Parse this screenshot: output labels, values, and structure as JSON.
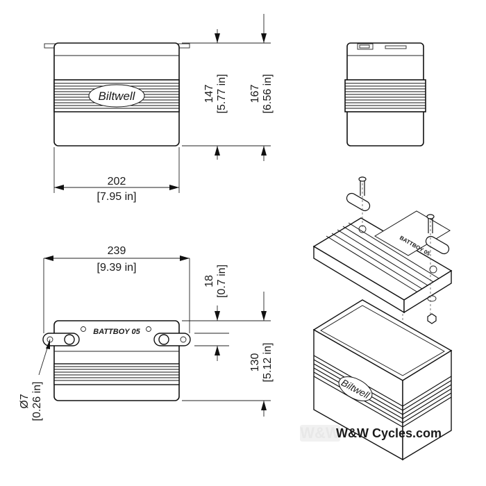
{
  "dimensions": {
    "height_total": {
      "value": "167",
      "unit": "[6.56 in]"
    },
    "height_body": {
      "value": "147",
      "unit": "[5.77 in]"
    },
    "width_front": {
      "value": "202",
      "unit": "[7.95 in]"
    },
    "width_top": {
      "value": "239",
      "unit": "[9.39 in]"
    },
    "tab_offset": {
      "value": "18",
      "unit": "[0.7 in]"
    },
    "depth": {
      "value": "130",
      "unit": "[5.12 in]"
    },
    "hole_diameter": {
      "value": "Ø7",
      "unit": "[0.26 in]"
    }
  },
  "labels": {
    "logo_script": "Biltwell",
    "top_label": "BATTBOY 05",
    "lid_label": "BATTBOY 05"
  },
  "watermark": {
    "brand": "W&W",
    "site": "W&W Cycles.com"
  }
}
